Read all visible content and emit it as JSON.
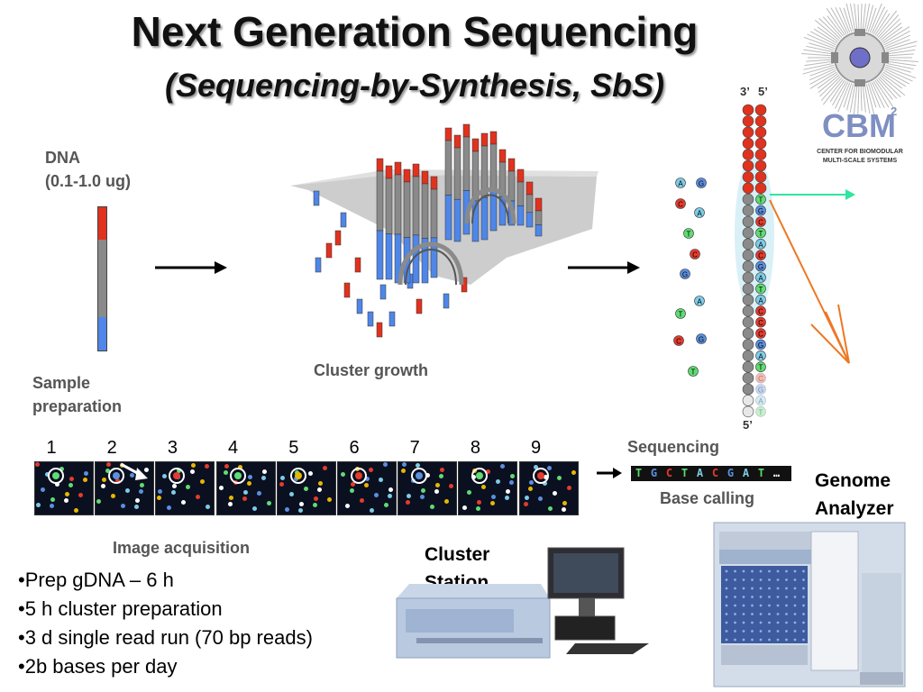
{
  "title": "Next Generation Sequencing",
  "subtitle": "(Sequencing-by-Synthesis, SbS)",
  "labels": {
    "dna": "DNA",
    "dna_amount": "(0.1-1.0 ug)",
    "sample_preparation_1": "Sample",
    "sample_preparation_2": "preparation",
    "cluster_growth": "Cluster growth",
    "sequencing": "Sequencing",
    "base_calling": "Base calling",
    "image_acquisition": "Image acquisition",
    "cluster_station_1": "Cluster",
    "cluster_station_2": "Station",
    "genome_analyzer_1": "Genome",
    "genome_analyzer_2": "Analyzer",
    "strand_3prime": "3’",
    "strand_5prime_top": "5’",
    "strand_5prime_bottom": "5’"
  },
  "cycle_numbers": [
    "1",
    "2",
    "3",
    "4",
    "5",
    "6",
    "7",
    "8",
    "9"
  ],
  "base_call_sequence": [
    "T",
    "G",
    "C",
    "T",
    "A",
    "C",
    "G",
    "A",
    "T",
    "…"
  ],
  "free_nucleotides": [
    "A",
    "G",
    "C",
    "A",
    "T",
    "C",
    "G",
    "A",
    "T",
    "C",
    "G",
    "T"
  ],
  "strand_bases": [
    "T",
    "G",
    "C",
    "T",
    "A",
    "C",
    "G",
    "A",
    "T",
    "A",
    "C",
    "C",
    "C",
    "G",
    "A",
    "T",
    "C",
    "G",
    "A",
    "T"
  ],
  "bullets": [
    "•Prep gDNA – 6 h",
    "•5 h cluster preparation",
    "•3 d single read run (70 bp reads)",
    "•2b bases per day"
  ],
  "logo": {
    "text": "CBM",
    "superscript": "2",
    "line1": "CENTER FOR BIOMODULAR",
    "line2": "MULTI-SCALE SYSTEMS"
  },
  "colors": {
    "A": "#7ecbe6",
    "C": "#e53b2e",
    "G": "#5b8fe0",
    "T": "#5fdc72",
    "red": "#e0321e",
    "blue": "#4f86e8",
    "gray": "#8a8a8a",
    "arrow_orange": "#ee7722",
    "arrow_green": "#2ee6a0"
  }
}
